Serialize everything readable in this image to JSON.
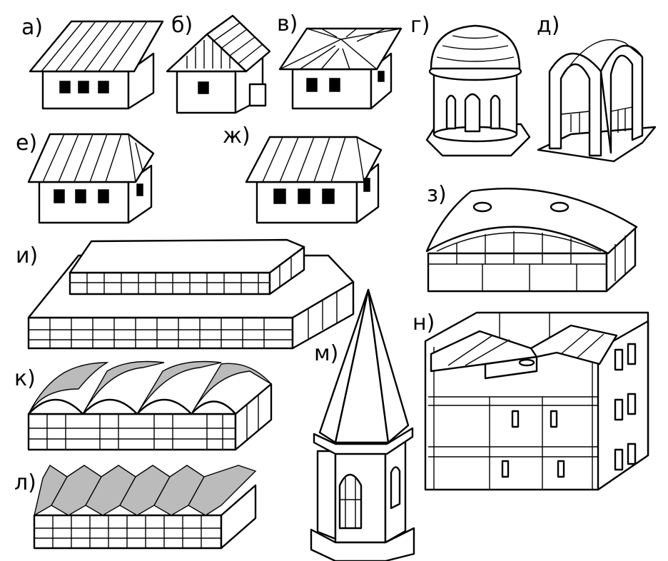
{
  "labels": {
    "a": "а)",
    "b": "б)",
    "v": "в)",
    "g": "г)",
    "d": "д)",
    "e": "е)",
    "zh": "ж)",
    "z": "з)",
    "i": "и)",
    "k": "к)",
    "l": "л)",
    "m": "м)",
    "n": "н)"
  }
}
